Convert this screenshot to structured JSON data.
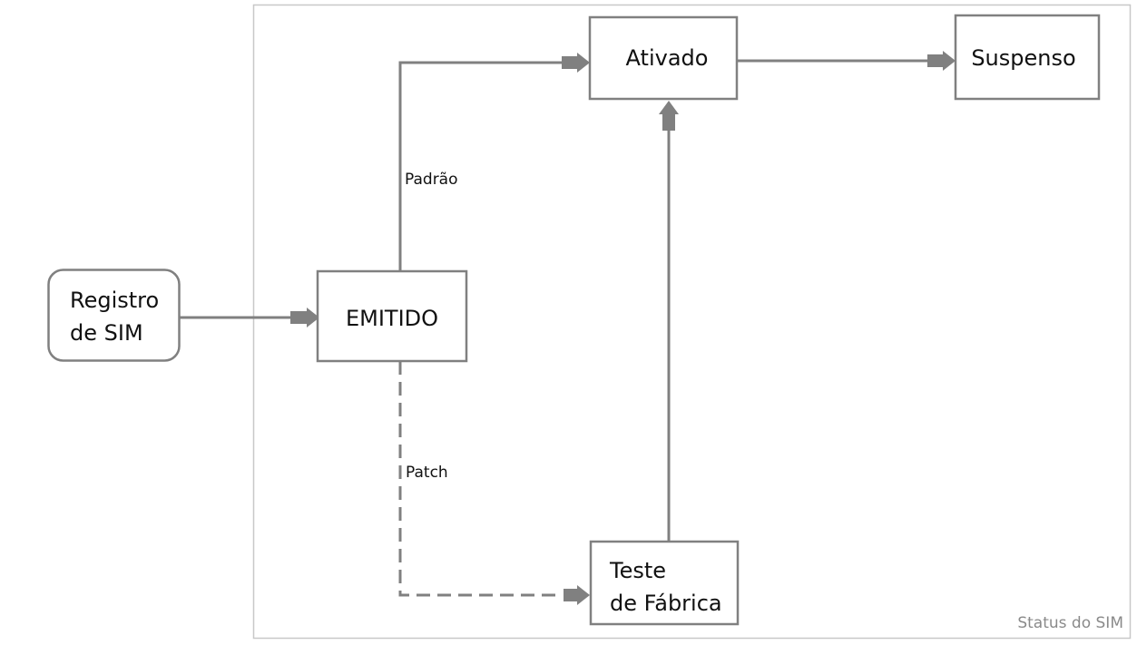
{
  "diagram": {
    "frame_label": "Status do SIM",
    "nodes": {
      "registro": [
        "Registro",
        "de SIM"
      ],
      "emitido": "EMITIDO",
      "ativado": "Ativado",
      "suspenso": "Suspenso",
      "teste": [
        "Teste",
        "de Fábrica"
      ]
    },
    "edges": {
      "padrao": "Padrão",
      "patch": "Patch"
    }
  },
  "colors": {
    "stroke": "#808080",
    "frame": "#c8c8c8",
    "text": "#111111",
    "frame_label": "#8a8a8a"
  }
}
